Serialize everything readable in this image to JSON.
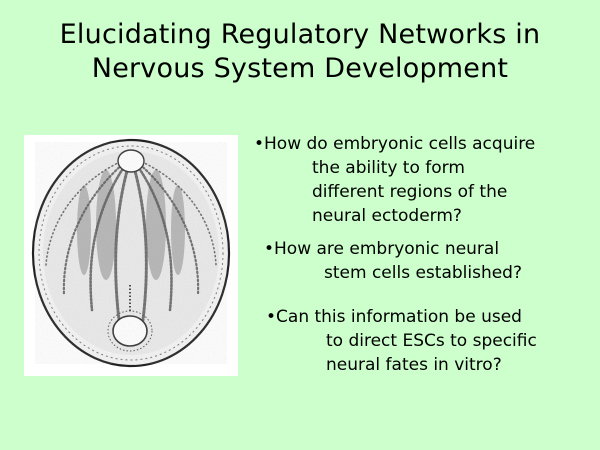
{
  "slide": {
    "title_line1": "Elucidating Regulatory Networks in",
    "title_line2": "Nervous System Development"
  },
  "bullets": [
    {
      "lines": [
        "•How do embryonic cells acquire",
        "the ability to form",
        "different regions of the",
        "neural ectoderm?"
      ]
    },
    {
      "lines": [
        "•How are embryonic neural",
        "stem cells established?"
      ]
    },
    {
      "lines": [
        "•Can this information be used",
        "to direct ESCs to specific",
        "neural fates in vitro?"
      ]
    }
  ]
}
